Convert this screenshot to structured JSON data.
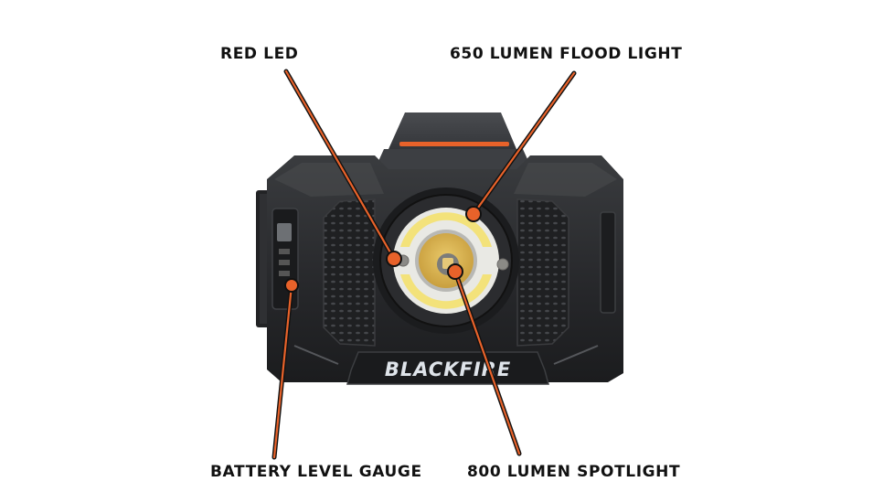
{
  "callouts": {
    "red_led": "RED LED",
    "flood_light": "650 LUMEN FLOOD LIGHT",
    "battery_gauge": "BATTERY LEVEL GAUGE",
    "spotlight": "800 LUMEN SPOTLIGHT"
  },
  "product": {
    "brand": "BLACKFIRE"
  },
  "colors": {
    "accent_orange": "#e8622a",
    "body_dark": "#2a2b2d",
    "lens_yellow": "#f3e27a",
    "label_text": "#111111"
  }
}
